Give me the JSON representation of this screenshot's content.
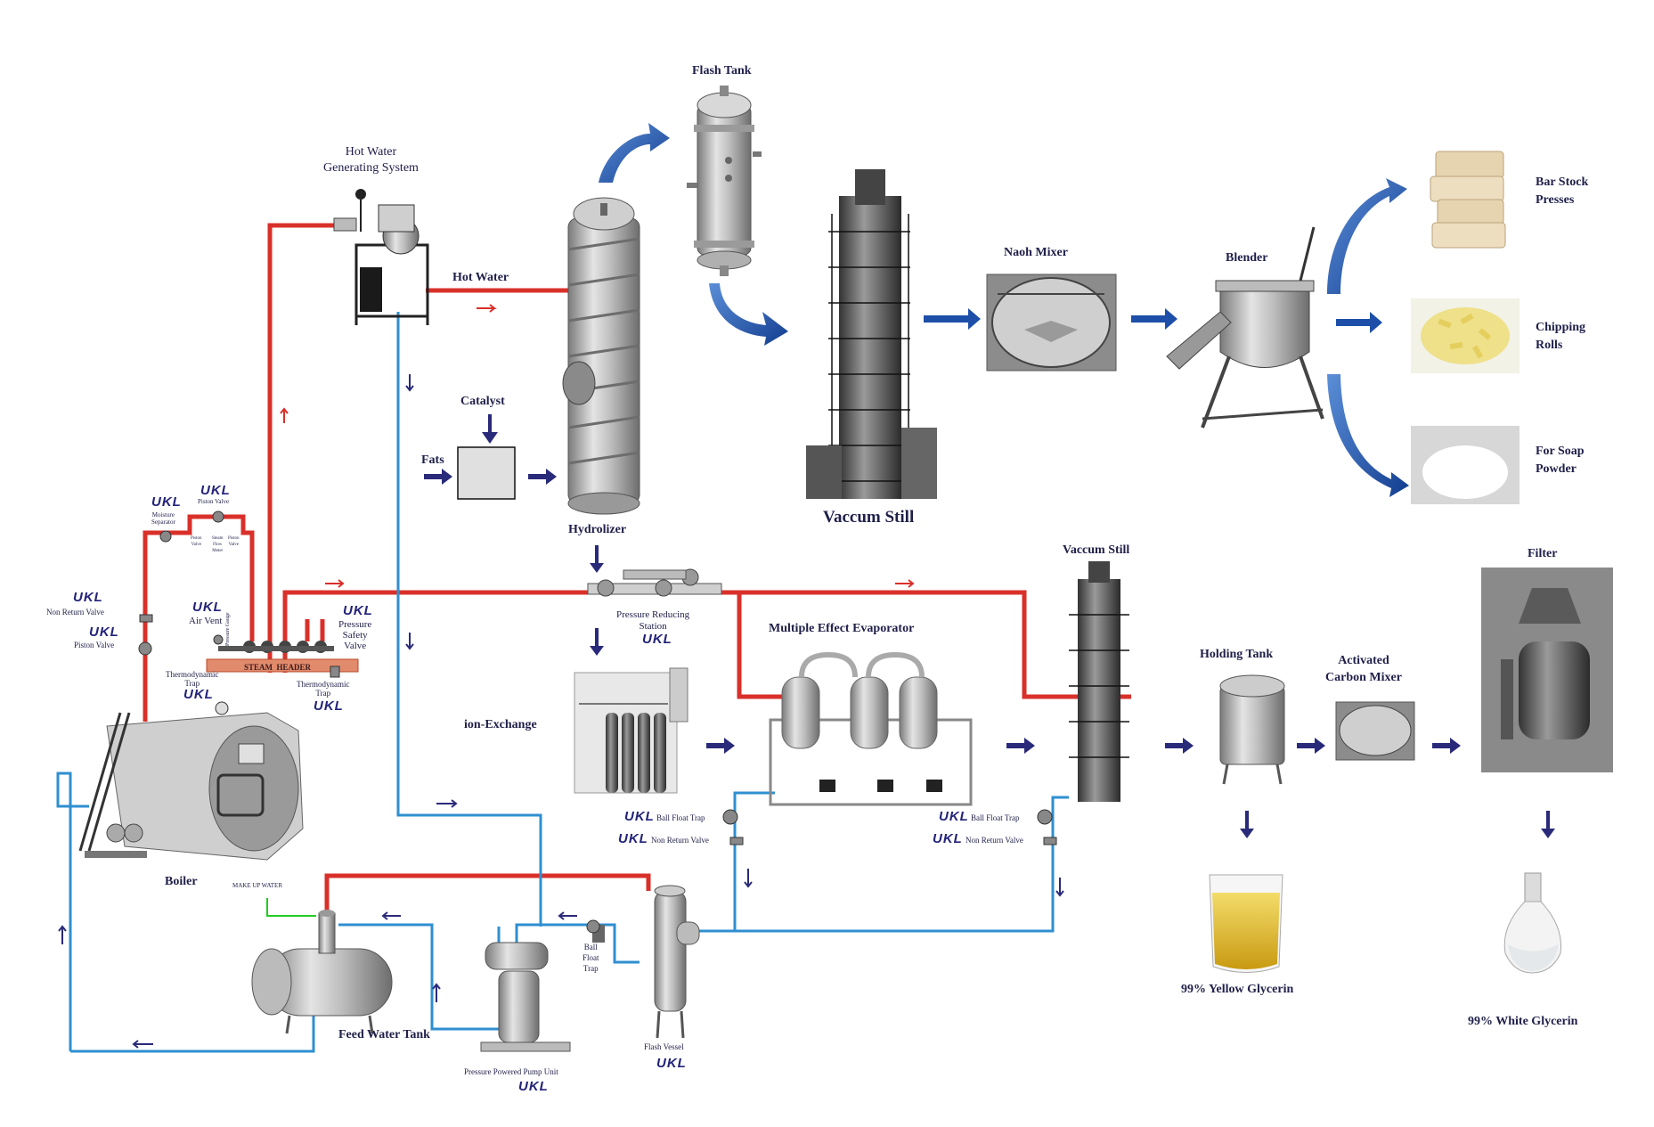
{
  "brand": "UKL",
  "colors": {
    "steam_line": "#d9302a",
    "water_line": "#2f8fd0",
    "flow_arrow": "#2a2a7a",
    "product_arrow": "#1d4fa8",
    "text": "#1f1f4a",
    "equipment": "#b8b8b8"
  },
  "labels": {
    "flash_tank": "Flash Tank",
    "hot_water_generating": "Hot Water\nGenerating System",
    "hot_water": "Hot Water",
    "catalyst": "Catalyst",
    "fats": "Fats",
    "hydrolizer": "Hydrolizer",
    "vaccum_still_top": "Vaccum Still",
    "naoh_mixer": "Naoh Mixer",
    "blender": "Blender",
    "bar_stock_presses": "Bar Stock\nPresses",
    "chipping_rolls": "Chipping\nRolls",
    "soap_powder": "For Soap\nPowder",
    "vaccum_still_bottom": "Vaccum Still",
    "filter": "Filter",
    "pressure_reducing_station": "Pressure Reducing\nStation",
    "multiple_effect_evaporator": "Multiple Effect Evaporator",
    "holding_tank": "Holding Tank",
    "activated_carbon_mixer": "Activated\nCarbon Mixer",
    "ion_exchange": "ion-Exchange",
    "ball_float_trap_1": "Ball Float Trap",
    "non_return_valve_1": "Non Return Valve",
    "ball_float_trap_2": "Ball Float Trap",
    "non_return_valve_2": "Non Return Valve",
    "yellow_glycerin": "99% Yellow Glycerin",
    "white_glycerin": "99% White Glycerin",
    "boiler": "Boiler",
    "make_up_water": "MAKE UP WATER",
    "feed_water_tank": "Feed Water Tank",
    "ball_float_trap_vertical": "Ball\nFloat\nTrap",
    "flash_vessel": "Flash Vessel",
    "pressure_powered_pump_unit": "Pressure Powered Pump Unit",
    "non_return_valve_left": "Non Return Valve",
    "piston_valve_left": "Piston Valve",
    "moisture_separator": "Moisture\nSeparator",
    "piston_valve_top": "Piston Valve",
    "small_piston_valve_a": "Piston\nValve",
    "small_steam_flow_meter": "Steam\nFlow\nMeter",
    "small_piston_valve_b": "Piston\nValve",
    "air_vent": "Air Vent",
    "pressure_gauge": "Pressure Gauge",
    "pressure_safety_valve": "Pressure\nSafety\nValve",
    "steam_header": "STEAM  HEADER",
    "thermodynamic_trap_left": "Thermodynamic\nTrap",
    "thermodynamic_trap_right": "Thermodynamic\nTrap"
  }
}
